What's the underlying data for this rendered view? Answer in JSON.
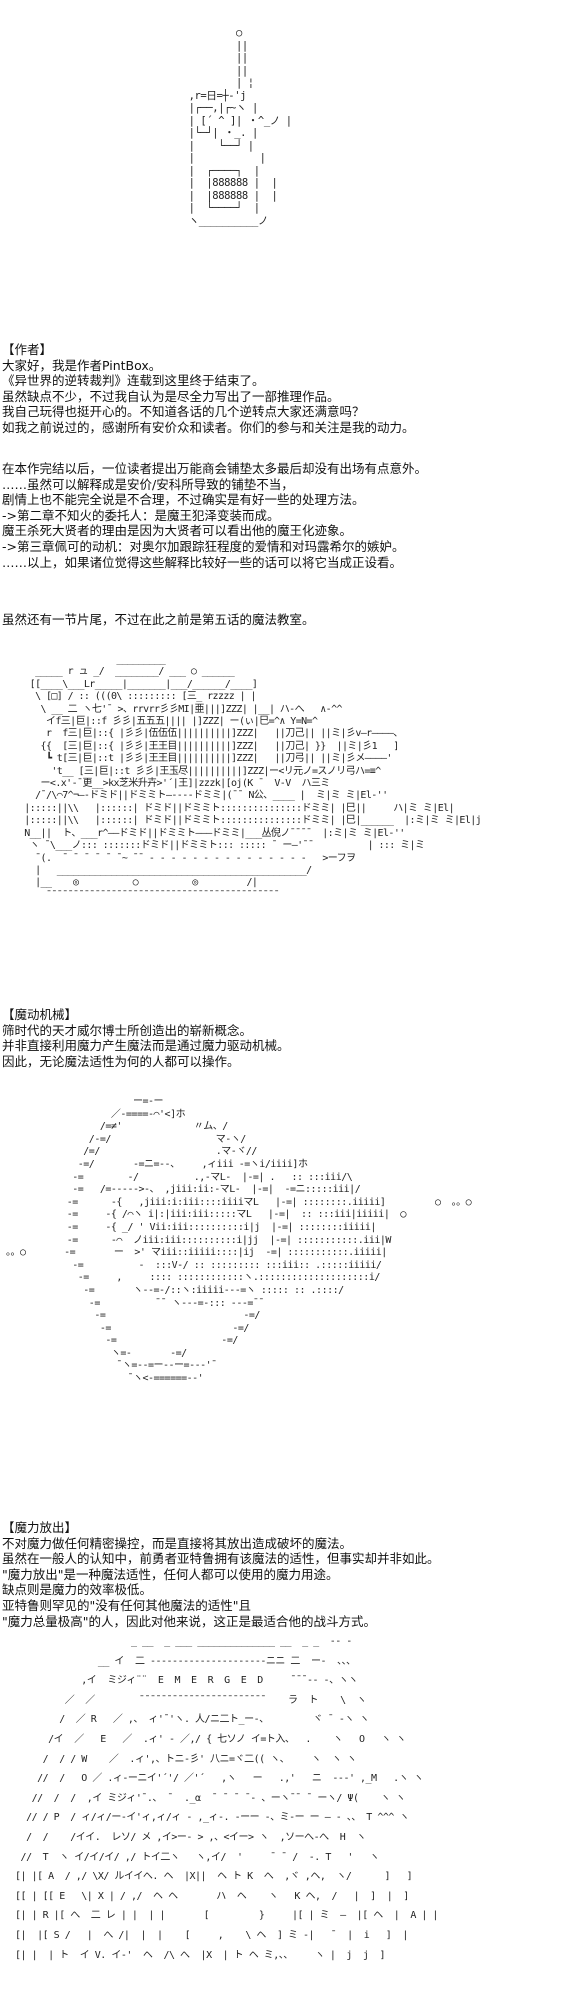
{
  "art_phone": "                          ○\n                          ||\n                          ||\n                          ||\n                          | ¦\n                  ,r=日=┼‐'j\n                  |┌──,|┌~ヽ |\n                  | [´ ^ ]| ・^_ノ |\n                  |└─┘| ・_. |\n                  |    └──┘ |\n                  |           |\n                  |  ┌────┐  |\n                  |  |888888 |  |\n                  |  |888888 |  |\n                  |  └────┘  |\n                  ヽ__________ノ",
  "author": {
    "heading": "【作者】",
    "lines": [
      "大家好，我是作者PintBox。",
      "《异世界的逆转裁判》连载到这里终于结束了。",
      "虽然缺点不少，不过我自认为是尽全力写出了一部推理作品。",
      "我自己玩得也挺开心的。不知道各话的几个逆转点大家还满意吗？",
      "如我之前说过的，感谢所有安价众和读者。你们的参与和关注是我的动力。"
    ]
  },
  "notes": {
    "lines": [
      "在本作完结以后，一位读者提出万能商会铺垫太多最后却没有出场有点意外。",
      "……虽然可以解释成是安价/安科所导致的铺垫不当，",
      "剧情上也不能完全说是不合理，不过确实是有好一些的处理方法。",
      "->第二章不知火的委托人：是魔王犯泽变装而成。",
      "魔王杀死大贤者的理由是因为大贤者可以看出他的魔王化迹象。",
      "->第三章佩可的动机：对奥尔加跟踪狂程度的爱情和对玛露希尔的嫉妒。",
      "……以上，如果诸位觉得这些解释比较好一些的话可以将它当成正设看。"
    ]
  },
  "intro": "虽然还有一节片尾，不过在此之前是第五话的魔法教室。",
  "art_machine": "                    _________\n     _____ r ュ _/  ________/ ___ ○ ______\n    [[____\\___Lr_____|_______|___/______/____]\n     \\ [□] / :: (((0\\ ::::::::: [三_ rzzzz | |\n      \\ __ 二 ヽ七'¯ >、rrvrr彡彡MI|亜|||]ZZZ| |__| ハ-へ   ∧-^^\n       イf三|巨|::f 彡彡|五五五|||| |]ZZZ| ー(ぃ|巳=^∧ Y=N=^\n       r  f三|巨|::{ |彡彡|伍伍伍||||||||||]ZZZ|   ||刀己|| ||ミ|彡v―r――――、\n      {{  [三|巨|::{ |彡彡|王王目||||||||||]ZZZ|   ||刀己| }}  ||ミ|彡1   ]\n       ┗ t[三|巨|::t |彡彡|王王目||||||||||]ZZZ|   ||刀弓|| ||ミ|彡メ――――'\n        't__ [三|巨|::t 彡彡|王玉尽||||||||||]ZZZ|ー<リ元ノ=スノリ弓ハ=≡^\n      ー<.x'‐¯更__>kx芝米升卉>'´|王]|zzzk|[oj(K ¯  V-V  ハ三ミ\n     /¯/\\⌒7^¬―‐ドミド||ドミミト―‐‐‐‐ドミミ|(¯¯ N公、____ |  ミ|ミ ミ|El-''\n   |:::::||\\\\   |::::::| ドミド||ドミミト:::::::::::::::ドミミ| |巳||     ハ|ミ ミ|El|\n   |:::::||\\\\   |::::::| ドミド||ドミミト:::::::::::::::ドミミ| |巳|______  |:ミ|ミ ミ|El|j\n   N__||  ト、___r^――ドミド||ドミミト―――ドミミ|___丛倪ノ¯¯¯¯  |:ミ|ミ ミ|El-''\n    ヽ ¯\\___ノ::: :::::::ドミド||ドミミト::: ::::: ¯ ー―'¯¯          | ::: ミ|ミ\n     ¯(.  ¯ ¯ ¯ ¯ ¯ ¯~ ¯¯ ‐ ‐ ‐ ‐ ‐ ‐ ‐ ‐ ‐ ‐ ‐ ‐ ‐ ‐ ‐   >ーフヲ\n     |   ______________________________________________/\n     |__    ◎          ○          ◎         /|\n       ¯¯¯¯¯¯¯¯¯¯¯¯¯¯¯¯¯¯¯¯¯¯¯¯¯¯¯¯¯¯¯¯¯¯¯¯¯¯¯¯¯¯¯",
  "magic_machine": {
    "heading": "【魔动机械】",
    "lines": [
      "筛时代的天才威尔博士所创造出的崭新概念。",
      "并非直接利用魔力产生魔法而是通过魔力驱动机械。",
      "因此，无论魔法适性为何的人都可以操作。"
    ]
  },
  "art_orb": "                       ー=‐ー\n                   ／-====-⌒'<]ホ\n                 /=≠'             〃ム、/\n               /-=/                   マ-ヽ/\n              /=/                     .マ‐ヾ//\n             -=/       -=ニ=--、    ,ィiii -=ヽi/iiii]ホ\n            -=        -/          .,‐マL‐  |-=| .   :: :::iii/\\\n            -=   /=--‐‐‐>-、 ,jiii:ii:‐マL‐  |-=|  -=ニ:::::iii|/\n           -=      -{   ,jiii:i:iii::::iiiiマL   |-=| ::::::::.iiiii]         ○  。。○\n           -=     -{ /⌒ヽ i|:|iii:iii:::::マL   |-=|  :: :::iii|iiiii|  ◯\n           -=     -{ _/ ' Vii:iii::::::::::i|j  |-=| ::::::::iiiii|\n           -=      -⌒  ノiii:iii::::::::::i|jj  |-=| :::::::::::.iii|W\n。。○       -=       ー  >' マiii::iiiii::::|ij  -=| :::::::::::.iiiii|\n            -=          -  :::V-/ :: ::::::::: :::iii:: .:::::iiiii/\n             -=     ,     :::: ::::::::::::ヽ.::::::::::::::::::::i/\n              -=       ヽ--=-/::ヽ:iiiii---=ヽ ::::: :: .::::/\n               -=          ¯¯ ヽ---=-::: ---=¯¯\n                -=                         -=/\n                 -=                      -=/\n                  -=                   -=/\n                   ヽ=-       -=/\n                    ¯ヽ=--=ー‐-ー=-‐‐'¯\n                      ¯ヽ<-======-‐'",
  "magic_release": {
    "heading": "【魔力放出】",
    "lines": [
      "不对魔力做任何精密操控，而是直接将其放出造成破坏的魔法。",
      "虽然在一般人的认知中，前勇者亚特鲁拥有该魔法的适性，但事实却并非如此。",
      "\"魔力放出\"是一种魔法适性，任何人都可以使用的魔力用途。",
      "缺点则是魔力的效率极低。",
      "亚特鲁则罕见的\"没有任何其他魔法的适性\"且",
      "\"魔力总量极高\"的人，因此对他来说，这正是最适合他的战斗方式。"
    ]
  },
  "art_emerged": "                       _ __  _ ___ ______________ __  _ _  ‐‐ ‐\n                 __ イ  二 ‐‐‐‐‐‐‐‐‐‐‐‐‐‐‐‐‐‐‐‐‐ニニ 二  ー-  、、、\n              ,イ  ミジィ¨¨  E  M  E  R  G  E  D     ¯¯¯‐‐ ‐、ヽヽ\n           ／  ／        ¯¯¯¯¯¯¯¯¯¯¯¯¯¯¯¯¯¯¯¯¯¯¯    ラ  ト    \\  ヽ\n          /  ／ R   ／ ,、 ィ'¯'ヽ. 人/ニ二ト_ー‐、        ヾ ¯ ‐ヽ ヽ\n        /イ  ／   E   ／  .ィ' ‐ ／,/ { 七ソノ イ=ト入、  .    ヽ   O   ヽ ヽ\n       /  / / W    ／  .ィ',、トニ-彡' 八ニ=ヾ二(( ヽ、    ヽ  ヽ ヽ\n      //  /   O ／ .ィ-ーニイ'´'/ ／'´   ,ヽ   ー   .,'   ニ  ‐-‐' ,_M   .ヽ ヽ\n     //  /  /  ,イ ミジィ'¯.、 ¯  ._α  ¯ ¯ ¯ ¯‐ 、ーヽ¯¯ ¯ ーヽ/ Ψ(    ヽ ヽ\n    // / P  / ィ/ィ/ー‐イ'ィ,ィ/ィ ‐ ,_ィ‐. ‐ーー ‐、ミ‐ー ー ― ‐ 、、 T ^^^ ヽ\n    /  /    /イイ.  レソ/ メ ,イ>ー‐ > ,、<イー> ヽ  ,ソーへ‐へ  H  ヽ\n   //  T  ヽ イ/イ/イ/ ,/ トイ二ヽ   ヽ,イ/  '     ¯ ¯ /  ‐. T   '   ヽ\n  [| |[ A  / ,/ \\X/ ルイイへ. ヘ  |X||  ヘ ト K  へ  ,ヾ ,ヘ,  ヽ/      ]   ]\n  [[ | [[ E   \\| X | / ,/  ヘ ヘ       ハ  ヘ    ヽ   K ヘ,  /   |  ]  |  ]\n  [| | R |[ へ  二 レ | |  | |       [         }     |[ | ミ  ―  |[ ヘ  |  A | |\n  [|  |[ S /   |  へ /|  |  |    [     ,    \\ ヘ  ] ミ ‐|   ¯  |  i   ]  |\n  [| |  | ト  イ V. イ‐'  ヘ  /\\ へ  |X  | ト ヘ ミ,、、    ヽ |  j  j  ]"
}
